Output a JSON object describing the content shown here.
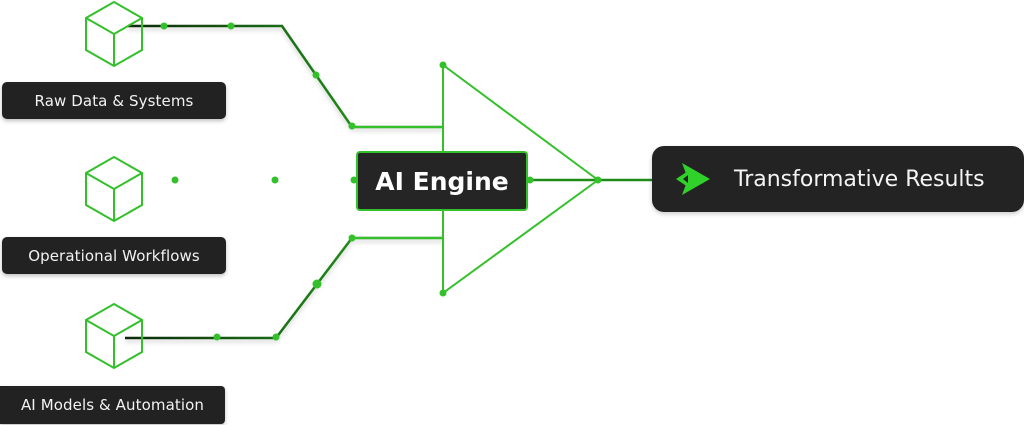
{
  "diagram": {
    "inputs": [
      {
        "label": "Raw Data & Systems",
        "icon": "cube-icon"
      },
      {
        "label": "Operational Workflows",
        "icon": "cube-icon"
      },
      {
        "label": "AI Models & Automation",
        "icon": "cube-icon"
      }
    ],
    "engine": {
      "label": "AI Engine"
    },
    "output": {
      "label": "Transformative Results",
      "icon": "play-arrow-icon"
    },
    "colors": {
      "accent": "#33c02a",
      "wire_dark": "#1a7a14",
      "box_bg": "#232323",
      "text": "#f2f2f2",
      "background": "#ffffff"
    }
  }
}
